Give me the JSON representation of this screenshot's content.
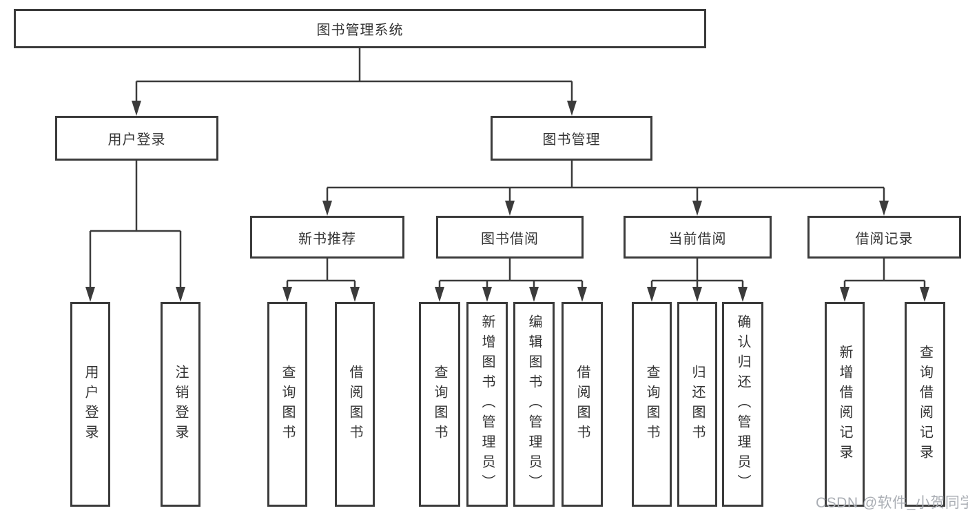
{
  "colors": {
    "line": "#3b3b3b",
    "box_border": "#3b3b3b",
    "text": "#333333",
    "background": "#ffffff",
    "watermark": "#aaaeb4"
  },
  "diagram": {
    "root": {
      "label": "图书管理系统"
    },
    "user_login": {
      "label": "用户登录",
      "children": [
        {
          "label": "用户登录"
        },
        {
          "label": "注销登录"
        }
      ]
    },
    "book_mgmt": {
      "label": "图书管理",
      "sections": [
        {
          "label": "新书推荐",
          "children": [
            {
              "label": "查询图书"
            },
            {
              "label": "借阅图书"
            }
          ]
        },
        {
          "label": "图书借阅",
          "children": [
            {
              "label": "查询图书"
            },
            {
              "label": "新增图书（管理员）"
            },
            {
              "label": "编辑图书（管理员）"
            },
            {
              "label": "借阅图书"
            }
          ]
        },
        {
          "label": "当前借阅",
          "children": [
            {
              "label": "查询图书"
            },
            {
              "label": "归还图书"
            },
            {
              "label": "确认归还（管理员）"
            }
          ]
        },
        {
          "label": "借阅记录",
          "children": [
            {
              "label": "新增借阅记录"
            },
            {
              "label": "查询借阅记录"
            }
          ]
        }
      ]
    }
  },
  "watermark": {
    "text": "CSDN @软件_小贺同学"
  }
}
